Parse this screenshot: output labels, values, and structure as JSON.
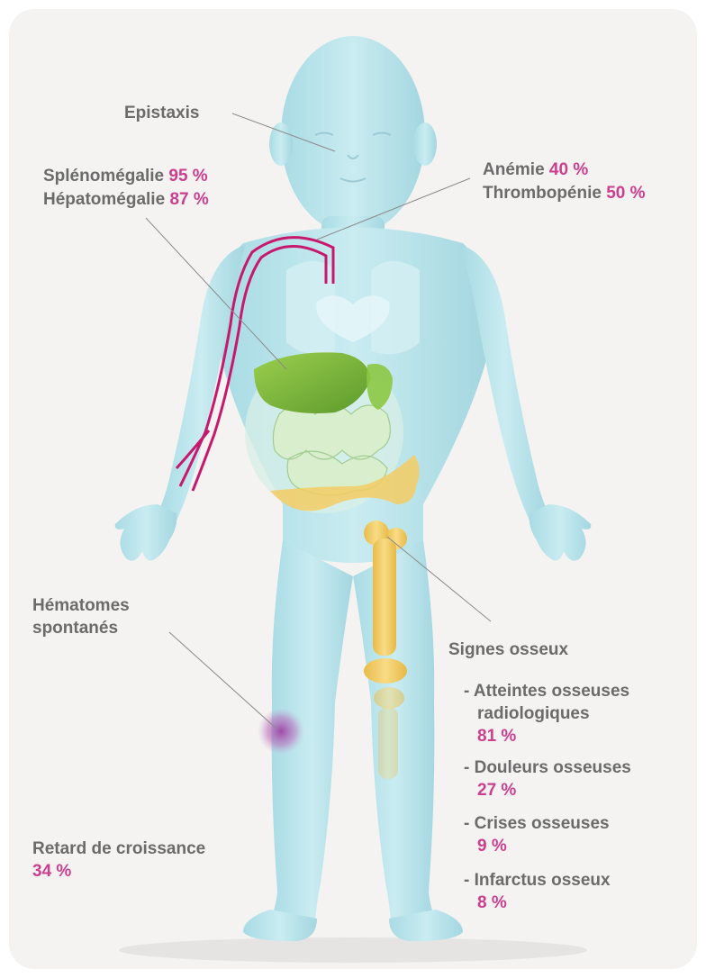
{
  "labels": {
    "epistaxis": "Epistaxis",
    "splenomegalie": {
      "text": "Splénomégalie",
      "value": "95 %"
    },
    "hepatomegalie": {
      "text": "Hépatomégalie",
      "value": "87 %"
    },
    "anemie": {
      "text": "Anémie",
      "value": "40 %"
    },
    "thrombopenie": {
      "text": "Thrombopénie",
      "value": "50 %"
    },
    "hematomes": {
      "line1": "Hématomes",
      "line2": "spontanés"
    },
    "retard": {
      "text": "Retard de croissance",
      "value": "34 %"
    },
    "signes_osseux": {
      "title": "Signes osseux",
      "items": [
        {
          "line1": "- Atteintes osseuses",
          "line2": "radiologiques",
          "value": "81 %"
        },
        {
          "line1": "- Douleurs osseuses",
          "value": "27 %"
        },
        {
          "line1": "- Crises osseuses",
          "value": "9 %"
        },
        {
          "line1": "- Infarctus osseux",
          "value": "8 %"
        }
      ]
    }
  },
  "colors": {
    "background": "#f4f3f2",
    "body": "#b9e3ea",
    "label_text": "#6b6b6b",
    "percent_text": "#cc3e8e",
    "vessel": "#c8186e",
    "liver": "#7cba3c",
    "bone": "#f3cc63",
    "bruise": "#9c3aa0"
  }
}
